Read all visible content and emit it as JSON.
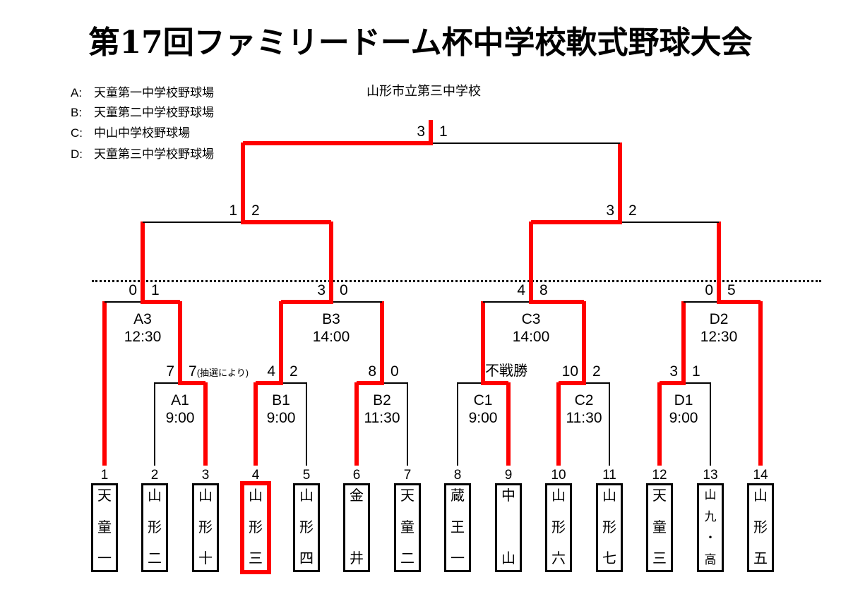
{
  "title": "第17回ファミリードーム杯中学校軟式野球大会",
  "venues": [
    {
      "key": "A:",
      "name": "天童第一中学校野球場"
    },
    {
      "key": "B:",
      "name": "天童第二中学校野球場"
    },
    {
      "key": "C:",
      "name": "中山中学校野球場"
    },
    {
      "key": "D:",
      "name": "天童第三中学校野球場"
    }
  ],
  "champion": "山形市立第三中学校",
  "colors": {
    "win_path": "#ff0000",
    "line": "#000000"
  },
  "teams": [
    {
      "num": "1",
      "name": "天童一",
      "advanced": true,
      "champion": false
    },
    {
      "num": "2",
      "name": "山形二",
      "advanced": false,
      "champion": false
    },
    {
      "num": "3",
      "name": "山形十",
      "advanced": true,
      "champion": false
    },
    {
      "num": "4",
      "name": "山形三",
      "advanced": true,
      "champion": true
    },
    {
      "num": "5",
      "name": "山形四",
      "advanced": false,
      "champion": false
    },
    {
      "num": "6",
      "name": "金井",
      "advanced": true,
      "champion": false
    },
    {
      "num": "7",
      "name": "天童二",
      "advanced": false,
      "champion": false
    },
    {
      "num": "8",
      "name": "蔵王一",
      "advanced": false,
      "champion": false
    },
    {
      "num": "9",
      "name": "中山",
      "advanced": true,
      "champion": false
    },
    {
      "num": "10",
      "name": "山形六",
      "advanced": true,
      "champion": false
    },
    {
      "num": "11",
      "name": "山形七",
      "advanced": false,
      "champion": false
    },
    {
      "num": "12",
      "name": "天童三",
      "advanced": true,
      "champion": false
    },
    {
      "num": "13",
      "name": "山九・高",
      "advanced": false,
      "champion": false
    },
    {
      "num": "14",
      "name": "山形五",
      "advanced": true,
      "champion": false
    }
  ],
  "matches": {
    "round1": [
      {
        "id": "A1",
        "time": "9:00",
        "score_left": "7",
        "score_right": "7",
        "score_right_note": "(抽選により)",
        "winner": "right"
      },
      {
        "id": "B1",
        "time": "9:00",
        "score_left": "4",
        "score_right": "2",
        "winner": "left"
      },
      {
        "id": "B2",
        "time": "11:30",
        "score_left": "8",
        "score_right": "0",
        "winner": "left"
      },
      {
        "id": "C1",
        "time": "9:00",
        "note": "不戦勝",
        "winner": "right"
      },
      {
        "id": "C2",
        "time": "11:30",
        "score_left": "10",
        "score_right": "2",
        "winner": "left"
      },
      {
        "id": "D1",
        "time": "9:00",
        "score_left": "3",
        "score_right": "1",
        "winner": "left"
      }
    ],
    "round2": [
      {
        "id": "A3",
        "time": "12:30",
        "score_left": "0",
        "score_right": "1",
        "winner": "right"
      },
      {
        "id": "B3",
        "time": "14:00",
        "score_left": "3",
        "score_right": "0",
        "winner": "left"
      },
      {
        "id": "C3",
        "time": "14:00",
        "score_left": "4",
        "score_right": "8",
        "winner": "right"
      },
      {
        "id": "D2",
        "time": "12:30",
        "score_left": "0",
        "score_right": "5",
        "winner": "right"
      }
    ],
    "semifinals": [
      {
        "score_left": "1",
        "score_right": "2",
        "winner": "right"
      },
      {
        "score_left": "3",
        "score_right": "2",
        "winner": "left"
      }
    ],
    "final": {
      "score_left": "3",
      "score_right": "1",
      "winner": "left"
    }
  }
}
